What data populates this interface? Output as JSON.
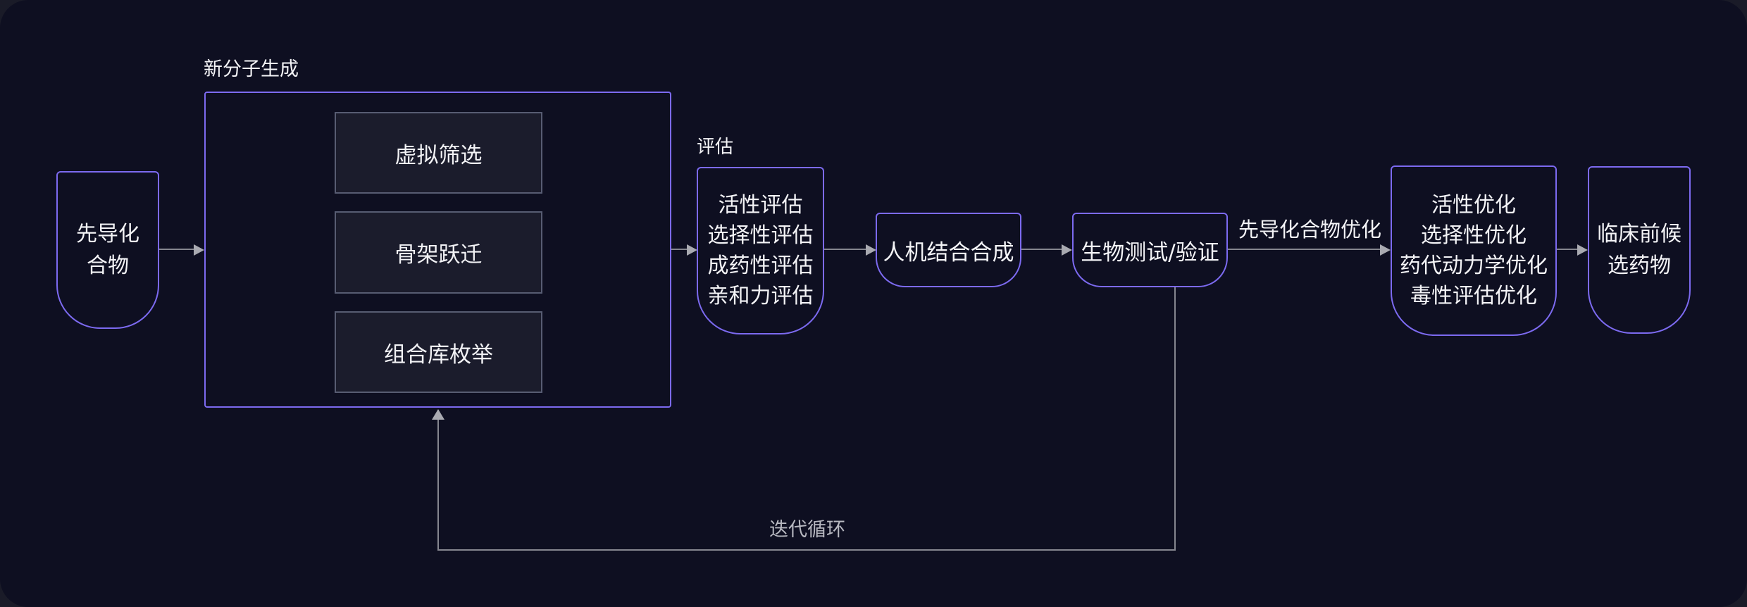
{
  "colors": {
    "canvas_bg": "#0e0f21",
    "outer_bg": "#1a1b28",
    "accent_purple": "#7c6af0",
    "inner_box_fill": "#1b1c2c",
    "inner_box_border": "#575c72",
    "connector_gray": "#85868f",
    "text_white": "#f4f4f7",
    "text_dim": "#b7b8c0"
  },
  "nodes": {
    "lead_compound": {
      "lines": [
        "先导化",
        "合物"
      ]
    },
    "generation": {
      "label": "新分子生成",
      "items": [
        "虚拟筛选",
        "骨架跃迁",
        "组合库枚举"
      ]
    },
    "evaluation": {
      "label": "评估",
      "items": [
        "活性评估",
        "选择性评估",
        "成药性评估",
        "亲和力评估"
      ]
    },
    "synthesis": {
      "label": "人机结合合成"
    },
    "bio_test": {
      "label": "生物测试/验证"
    },
    "optimization": {
      "items": [
        "活性优化",
        "选择性优化",
        "药代动力学优化",
        "毒性评估优化"
      ]
    },
    "candidate": {
      "lines": [
        "临床前候",
        "选药物"
      ]
    }
  },
  "edges": {
    "lead_optimization_label": "先导化合物优化",
    "loop_label": "迭代循环"
  }
}
